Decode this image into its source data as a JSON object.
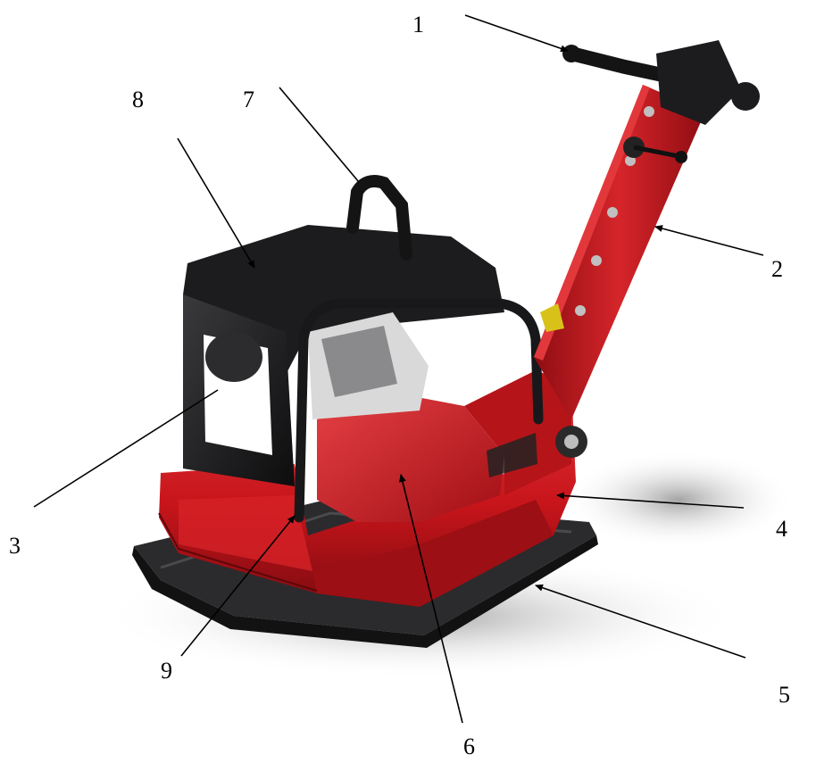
{
  "figure": {
    "subject": "reversible plate compactor",
    "colors": {
      "frame_red": "#c8151b",
      "frame_red_dark": "#8e0d12",
      "frame_red_light": "#e2383c",
      "black_cover": "#1d1d1f",
      "black_dark": "#0c0c0d",
      "plate": "#2a2a2c",
      "shadow": "#bdbdbd"
    },
    "callouts": [
      {
        "id": "1",
        "label": "1"
      },
      {
        "id": "2",
        "label": "2"
      },
      {
        "id": "3",
        "label": "3"
      },
      {
        "id": "4",
        "label": "4"
      },
      {
        "id": "5",
        "label": "5"
      },
      {
        "id": "6",
        "label": "6"
      },
      {
        "id": "7",
        "label": "7"
      },
      {
        "id": "8",
        "label": "8"
      },
      {
        "id": "9",
        "label": "9"
      }
    ]
  }
}
